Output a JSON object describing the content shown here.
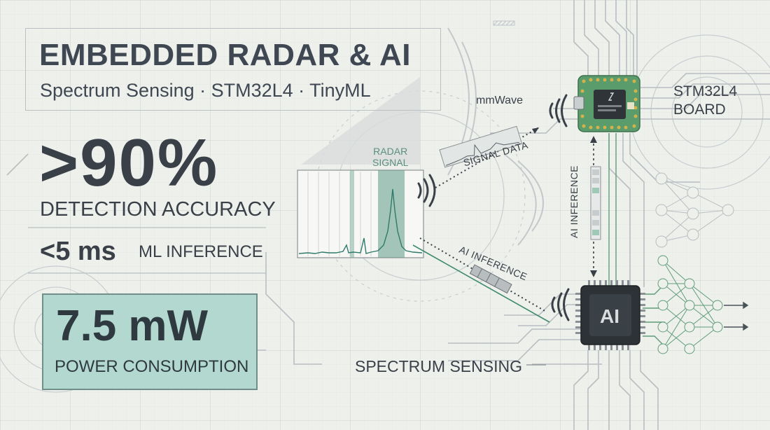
{
  "title": "EMBEDDED RADAR & AI",
  "subtitle": "Spectrum Sensing · STM32L4 · TinyML",
  "stats": {
    "accuracy_value": ">90%",
    "accuracy_label": "DETECTION ACCURACY",
    "latency_value": "<5 ms",
    "latency_label": "ML INFERENCE",
    "power_value": "7.5 mW",
    "power_label": "POWER CONSUMPTION"
  },
  "diagram": {
    "radar_signal_line1": "RADAR",
    "radar_signal_line2": "SIGNAL",
    "mmwave": "mmWave",
    "signal_data": "SIGNAL DATA",
    "ai_inference_diag": "AI INFERENCE",
    "ai_inference_vert": "AI INFERENCE",
    "board_line1": "STM32L4",
    "board_line2": "BOARD",
    "spectrum_sensing": "SPECTRUM SENSING",
    "ai_chip": "AI"
  },
  "colors": {
    "accent_teal": "#b2d8cf",
    "signal_green": "#2f7a68",
    "board_green": "#4f9a6a",
    "text_dark": "#3a4048"
  }
}
